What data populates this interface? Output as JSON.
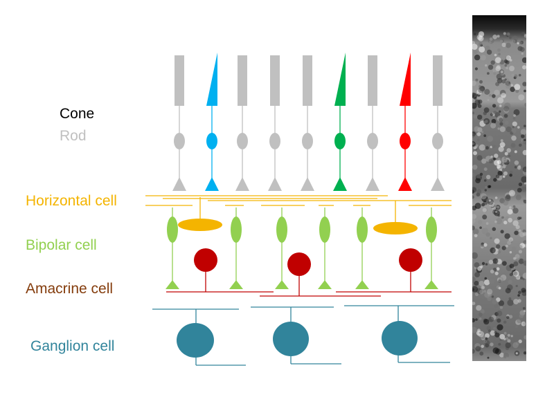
{
  "labels": {
    "cone": "Cone",
    "rod": "Rod",
    "horizontal": "Horizontal cell",
    "bipolar": "Bipolar cell",
    "amacrine": "Amacrine cell",
    "ganglion": "Ganglion cell"
  },
  "colors": {
    "cone_label": "#000000",
    "rod": "#c0c0c0",
    "horizontal": "#f4b400",
    "bipolar": "#92d050",
    "amacrine": "#c00000",
    "amacrine_label": "#843c0c",
    "ganglion": "#31849b",
    "blue_cone": "#00b0f0",
    "green_cone": "#00b050",
    "red_cone": "#ff0000"
  },
  "photoreceptors": [
    {
      "type": "rod"
    },
    {
      "type": "cone",
      "color": "blue"
    },
    {
      "type": "rod"
    },
    {
      "type": "rod"
    },
    {
      "type": "rod"
    },
    {
      "type": "cone",
      "color": "green"
    },
    {
      "type": "rod"
    },
    {
      "type": "cone",
      "color": "red"
    },
    {
      "type": "rod"
    }
  ],
  "icons": {
    "micrograph": "retina-micrograph-image"
  }
}
